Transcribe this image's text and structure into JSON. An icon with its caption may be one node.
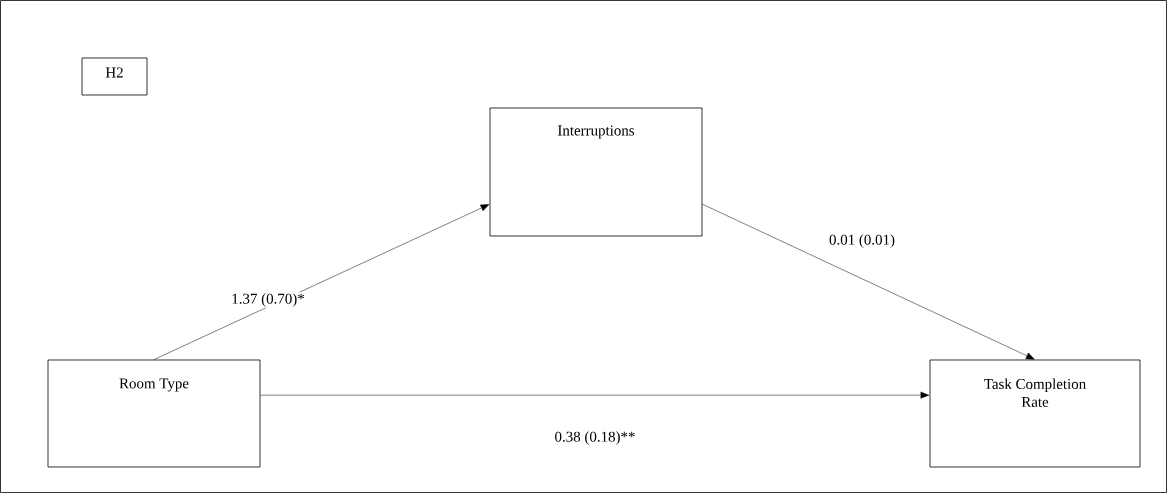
{
  "diagram": {
    "nodes": [
      {
        "text": [
          "H2"
        ]
      },
      {
        "text": [
          "Interruptions"
        ]
      },
      {
        "text": [
          "Room Type"
        ]
      },
      {
        "text": [
          "Task Completion Rate"
        ]
      }
    ],
    "edges": [
      {
        "from": 2,
        "to": 1,
        "arrow": "to",
        "label": "1.37 (0.70)*"
      },
      {
        "from": 1,
        "to": 3,
        "arrow": "to",
        "label": "0.01 (0.01)"
      },
      {
        "from": 2,
        "to": 3,
        "arrow": "to",
        "label": "0.38 (0.18)**"
      }
    ]
  }
}
